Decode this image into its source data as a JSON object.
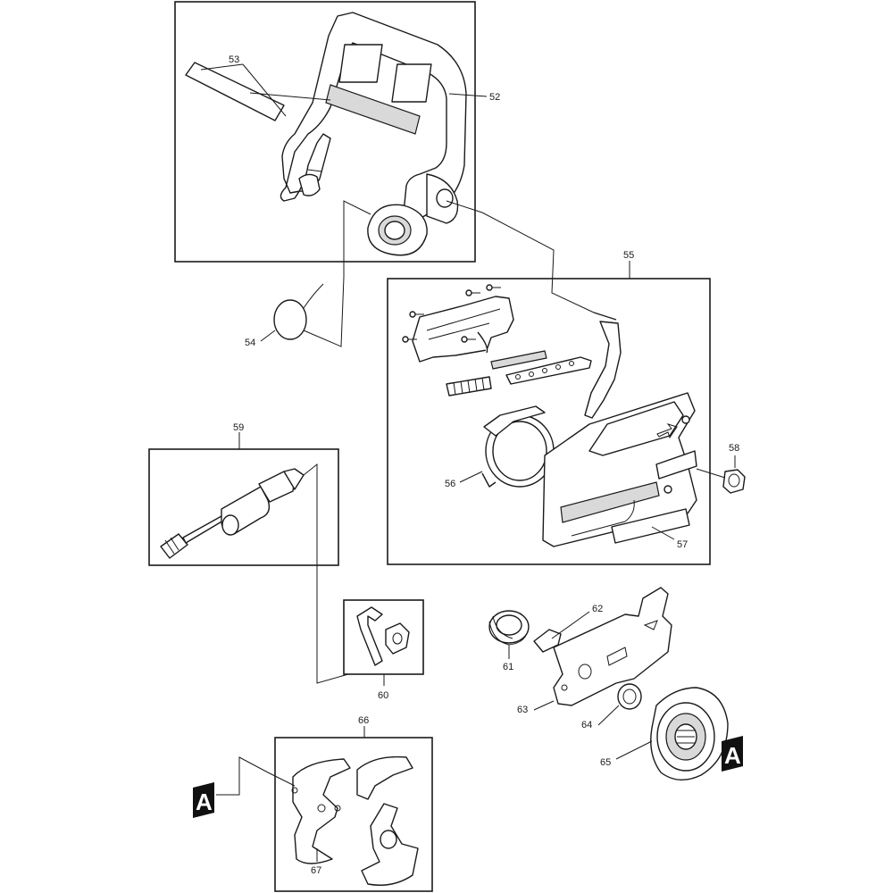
{
  "callouts": {
    "p52": "52",
    "p53": "53",
    "p54": "54",
    "p55": "55",
    "p56": "56",
    "p57": "57",
    "p58": "58",
    "p59": "59",
    "p60": "60",
    "p61": "61",
    "p62": "62",
    "p63": "63",
    "p64": "64",
    "p65": "65",
    "p66": "66",
    "p67": "67"
  },
  "markers": {
    "left": "A",
    "right": "A"
  },
  "colors": {
    "line": "#1a1a1a",
    "marker_fill": "#111111",
    "shade": "#d9d9d9"
  }
}
